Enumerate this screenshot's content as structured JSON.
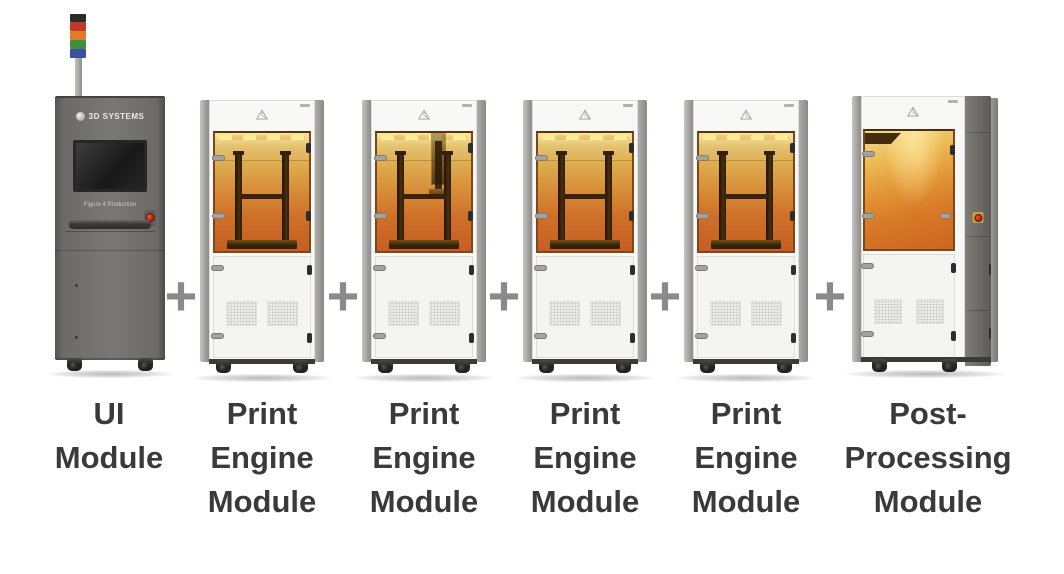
{
  "diagram": {
    "plus_symbol": "+",
    "labels": {
      "ui": [
        "UI",
        "Module"
      ],
      "print_engine": [
        "Print",
        "Engine",
        "Module"
      ],
      "post_processing": [
        "Post-",
        "Processing",
        "Module"
      ]
    },
    "ui_module": {
      "brand": "3D SYSTEMS",
      "screen_caption": "Figure 4 Production"
    },
    "colors": {
      "label_text": "#3a3a3a",
      "plus_gray": "#8a8a8a",
      "cabinet_gray": "#6c6a67",
      "amber_window_top": "#e7d394",
      "amber_window_bottom": "#c65e21",
      "estop_red": "#d22b18",
      "signal_tower": [
        "#2b2b2b",
        "#c0392b",
        "#e07b28",
        "#3f8f3f",
        "#3a4fa0"
      ]
    }
  }
}
